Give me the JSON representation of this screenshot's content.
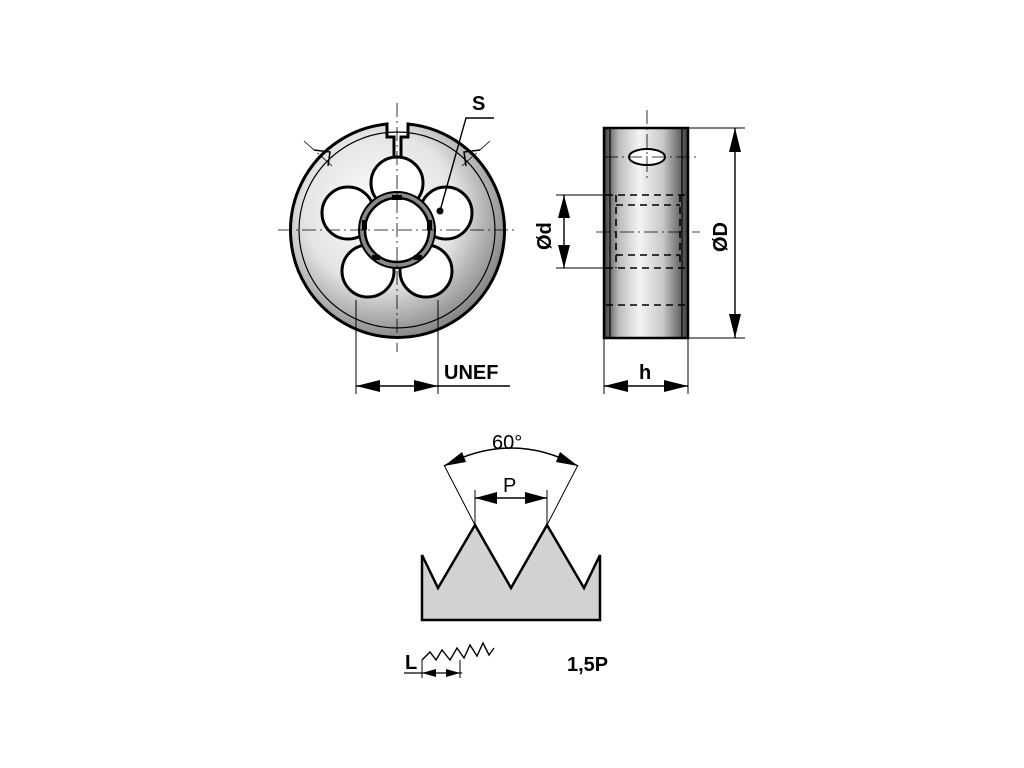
{
  "labels": {
    "s": "S",
    "unef": "UNEF",
    "d_small": "Ød",
    "d_large": "ØD",
    "h": "h",
    "angle": "60°",
    "p": "P",
    "l": "L",
    "chamfer": "1,5P"
  }
}
